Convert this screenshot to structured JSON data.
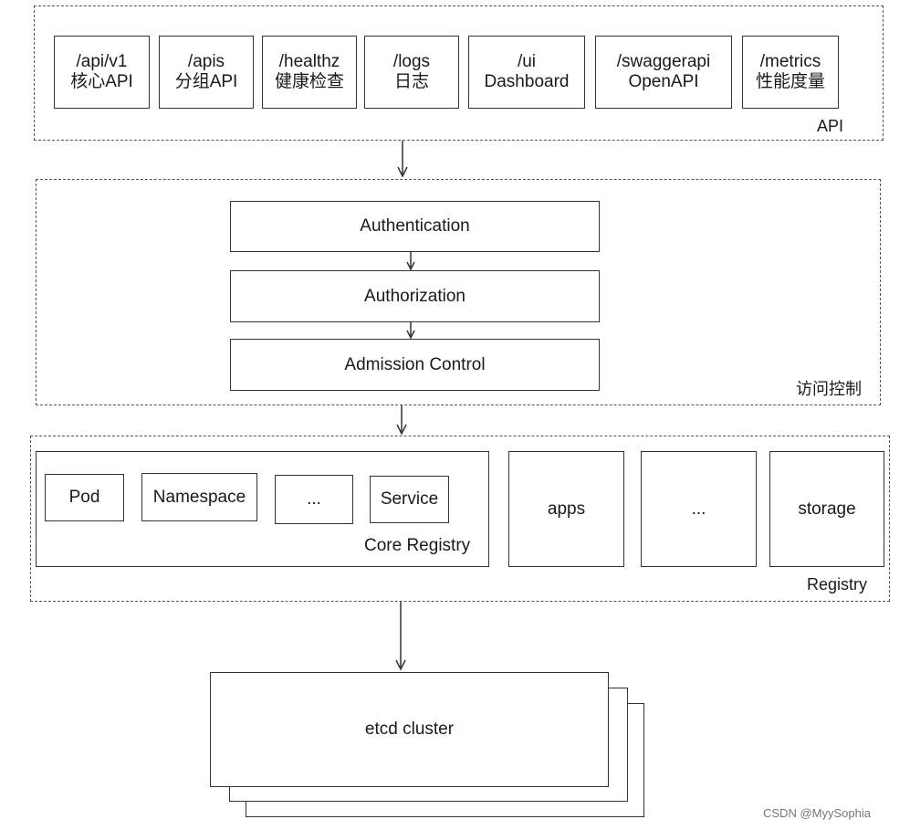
{
  "api_group": {
    "label": "API",
    "endpoints": [
      {
        "path": "/api/v1",
        "desc": "核心API"
      },
      {
        "path": "/apis",
        "desc": "分组API"
      },
      {
        "path": "/healthz",
        "desc": "健康检查"
      },
      {
        "path": "/logs",
        "desc": "日志"
      },
      {
        "path": "/ui",
        "desc": "Dashboard"
      },
      {
        "path": "/swaggerapi",
        "desc": "OpenAPI"
      },
      {
        "path": "/metrics",
        "desc": "性能度量"
      }
    ]
  },
  "access_control": {
    "label": "访问控制",
    "steps": [
      "Authentication",
      "Authorization",
      "Admission Control"
    ]
  },
  "registry": {
    "label": "Registry",
    "core": {
      "label": "Core Registry",
      "items": [
        "Pod",
        "Namespace",
        "...",
        "Service"
      ]
    },
    "groups": [
      "apps",
      "...",
      "storage"
    ]
  },
  "etcd": {
    "label": "etcd cluster"
  },
  "watermark": "CSDN @MyySophia"
}
